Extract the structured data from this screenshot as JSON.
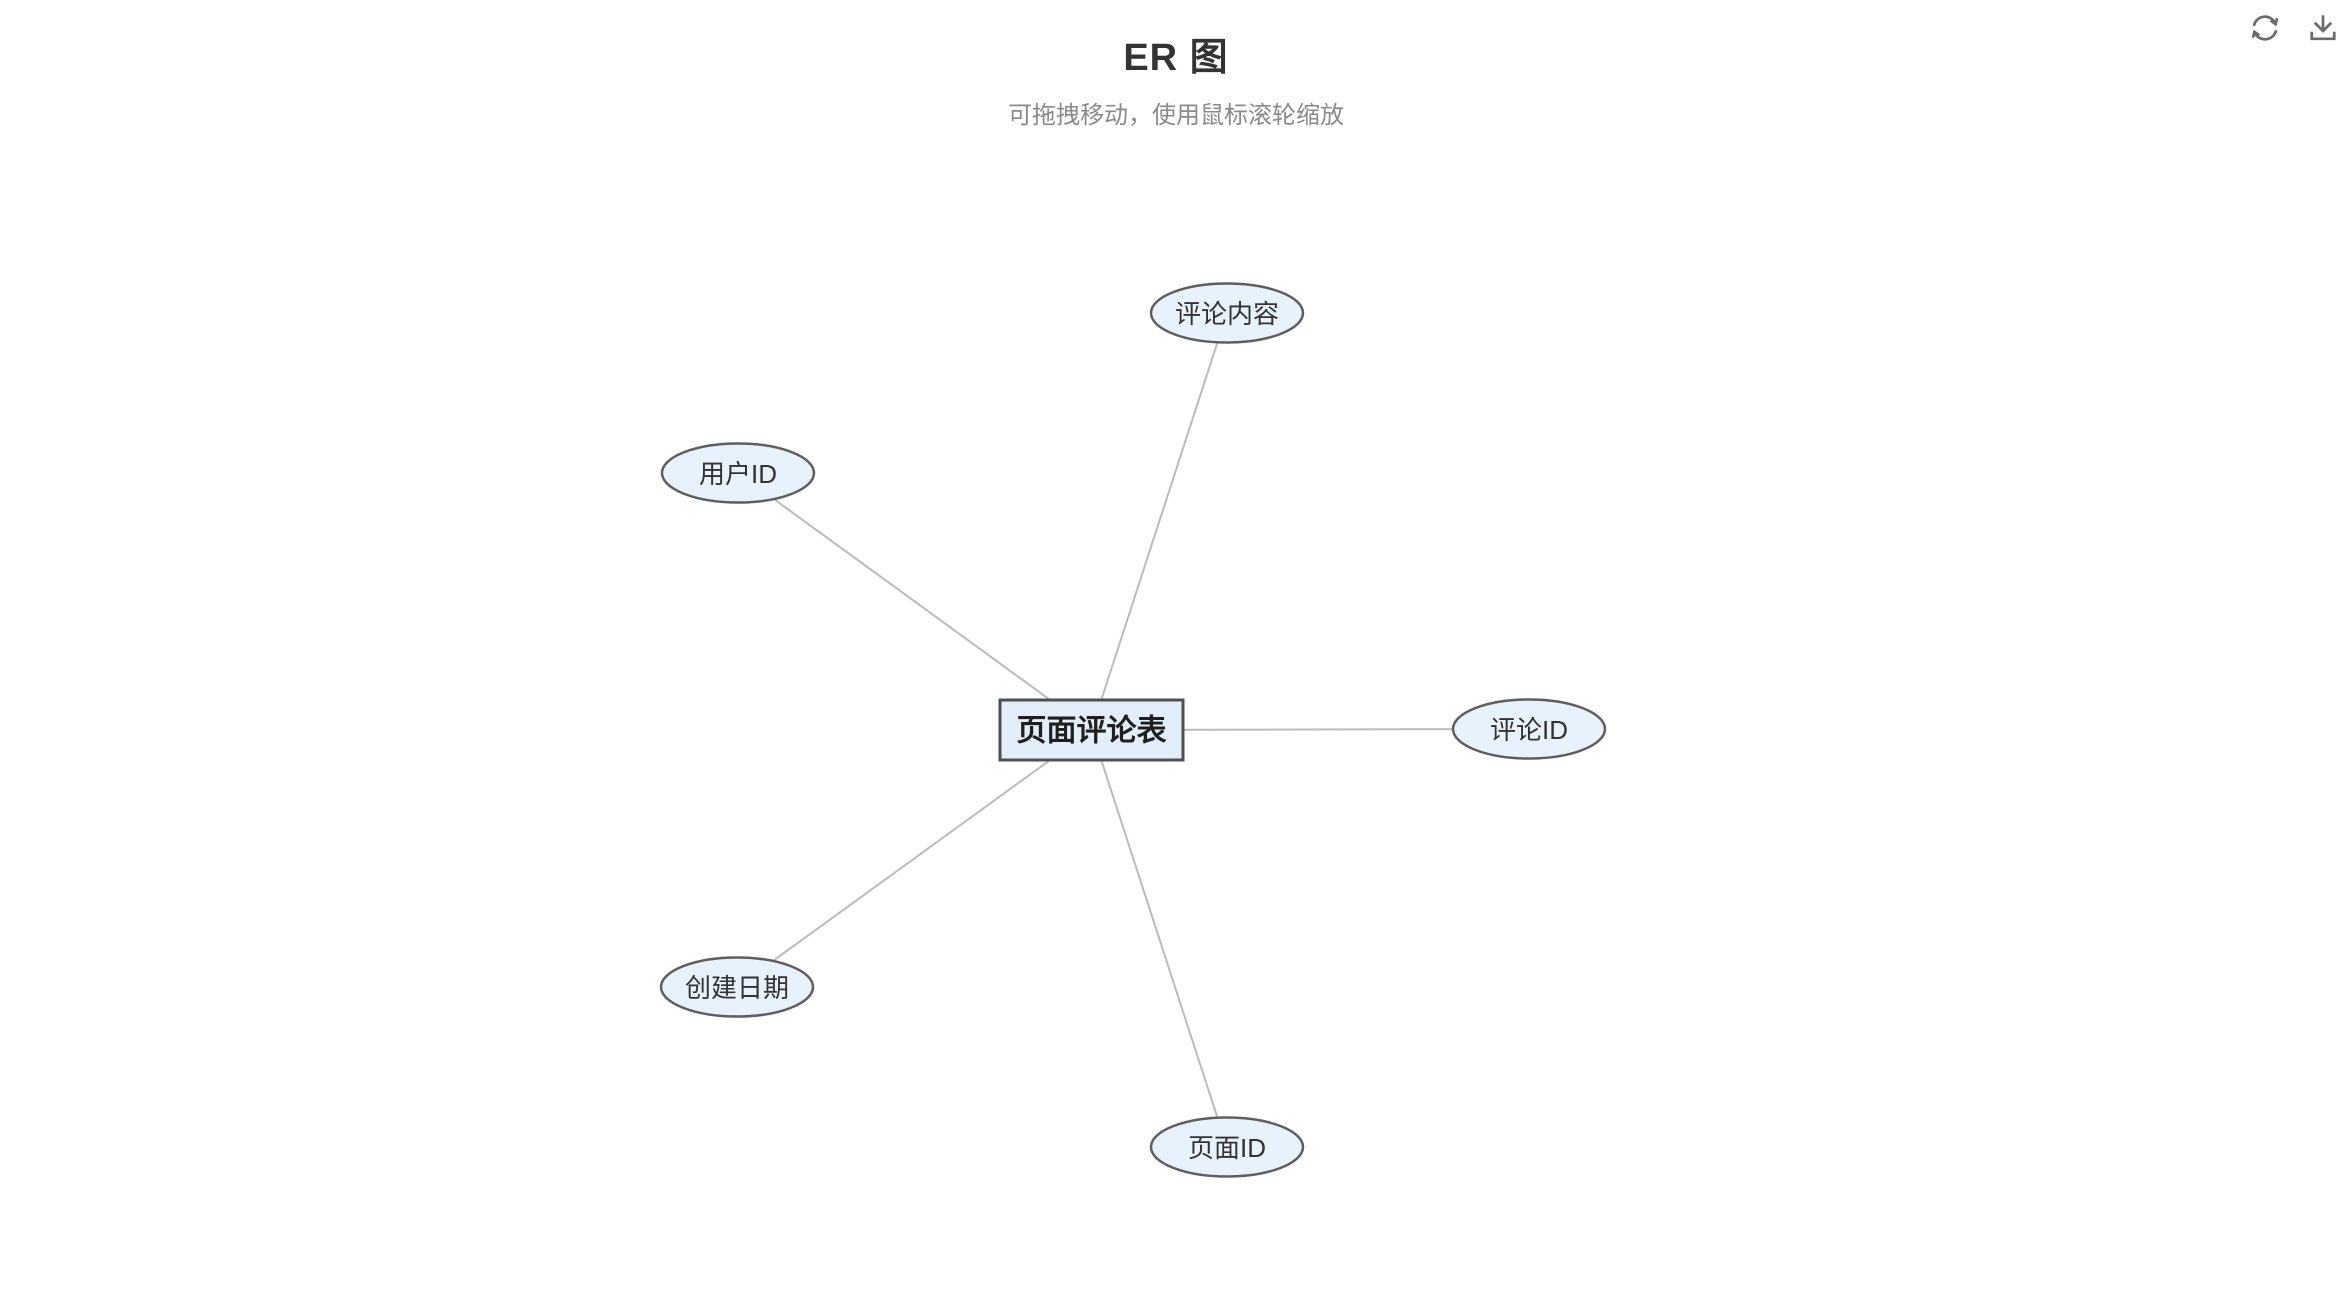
{
  "header": {
    "title": "ER 图",
    "subtitle": "可拖拽移动，使用鼠标滚轮缩放"
  },
  "toolbar": {
    "icons": [
      {
        "name": "refresh-icon",
        "glyph": "⟳"
      },
      {
        "name": "download-icon",
        "glyph": "⤓"
      }
    ]
  },
  "diagram": {
    "entity": {
      "label": "页面评论表",
      "shape": "rectangle"
    },
    "attributes": [
      {
        "label": "评论内容",
        "shape": "ellipse",
        "position": "top"
      },
      {
        "label": "用户ID",
        "shape": "ellipse",
        "position": "upper-left"
      },
      {
        "label": "评论ID",
        "shape": "ellipse",
        "position": "right"
      },
      {
        "label": "创建日期",
        "shape": "ellipse",
        "position": "lower-left"
      },
      {
        "label": "页面ID",
        "shape": "ellipse",
        "position": "bottom"
      }
    ],
    "edges": [
      {
        "from": "页面评论表",
        "to": "评论内容"
      },
      {
        "from": "页面评论表",
        "to": "用户ID"
      },
      {
        "from": "页面评论表",
        "to": "评论ID"
      },
      {
        "from": "页面评论表",
        "to": "创建日期"
      },
      {
        "from": "页面评论表",
        "to": "页面ID"
      }
    ],
    "colors": {
      "node_fill": "#e8f2fc",
      "node_stroke": "#5e5e5e",
      "entity_fill": "#e2effb",
      "entity_stroke": "#4f4f4f",
      "edge_stroke": "#bbbbbb",
      "title_color": "#333333",
      "subtitle_color": "#8a8a8a",
      "icon_color": "#6b6b6b",
      "background": "#ffffff"
    }
  }
}
